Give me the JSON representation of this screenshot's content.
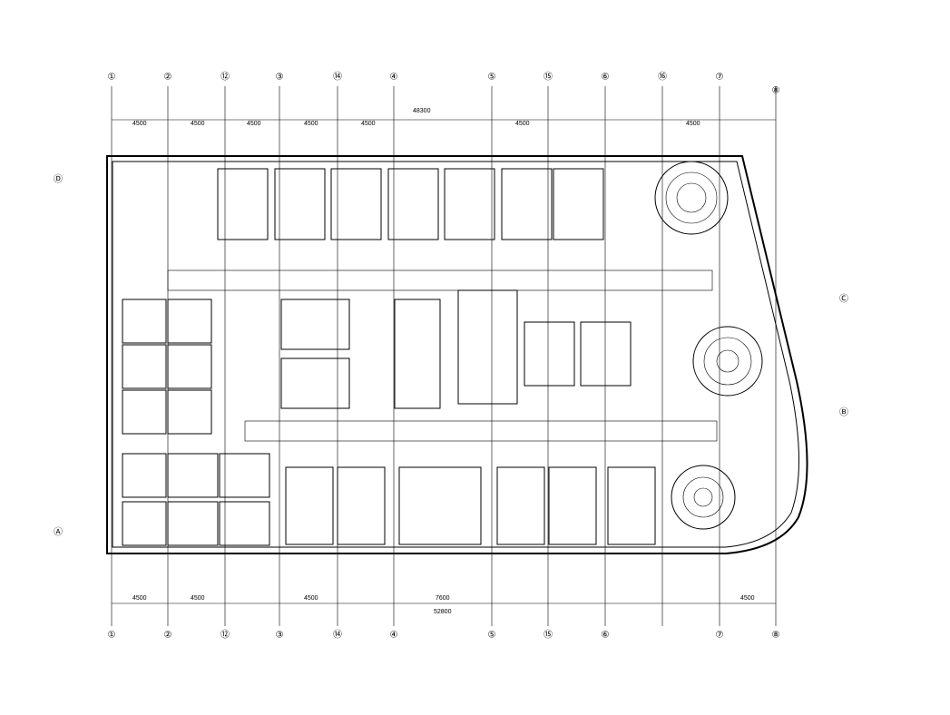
{
  "grid_top": [
    "①",
    "②",
    "⑫",
    "③",
    "⑭",
    "④",
    "⑤",
    "⑮",
    "⑥",
    "⑯",
    "⑦",
    "⑧"
  ],
  "grid_bottom": [
    "①",
    "②",
    "⑫",
    "③",
    "⑭",
    "④",
    "⑤",
    "⑮",
    "⑥",
    "⑦",
    "⑧"
  ],
  "grid_side": [
    "Ⓓ",
    "Ⓒ",
    "Ⓑ",
    "Ⓐ"
  ],
  "dims_top": {
    "overall": "48300",
    "bays": [
      "4500",
      "4500",
      "4500",
      "4500",
      "4500",
      "4500",
      "4500"
    ]
  },
  "dims_bottom": {
    "overall": "52800",
    "bays": [
      "4500",
      "4500",
      "4500",
      "7600",
      "4500"
    ]
  },
  "colors": {
    "line": "#000000",
    "background": "#ffffff"
  }
}
